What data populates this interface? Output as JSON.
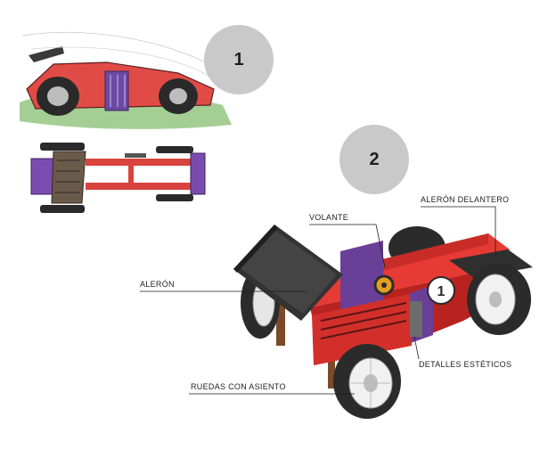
{
  "steps": {
    "one": "1",
    "two": "2"
  },
  "callouts": {
    "volante": "VOLANTE",
    "aleron_delantero": "ALERÓN DELANTERO",
    "aleron": "ALERÓN",
    "detalles_esteticos": "DETALLES ESTÉTICOS",
    "ruedas_con_asiento": "RUEDAS CON ASIENTO"
  },
  "car_number": "1",
  "colors": {
    "body_red": "#e63a35",
    "body_red_dark": "#b9231f",
    "accent_purple": "#6a3f98",
    "tire_black": "#2b2b2b",
    "badge_grey": "#c9c9c9",
    "post_brown": "#7a4a2a"
  }
}
